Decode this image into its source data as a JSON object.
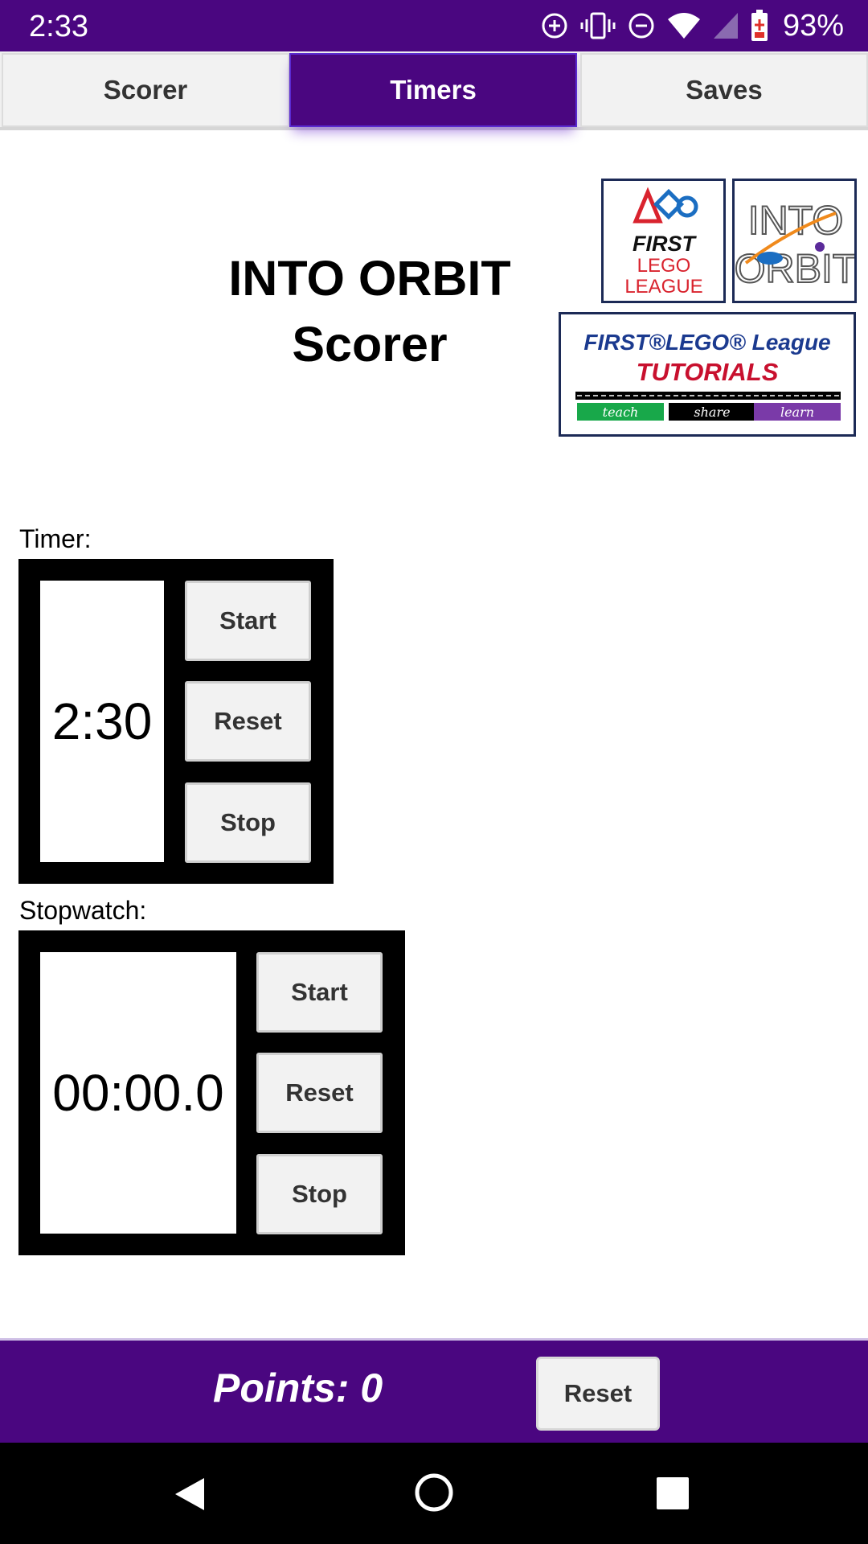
{
  "status_bar": {
    "time": "2:33",
    "battery": "93%",
    "icons": [
      "data-saver-icon",
      "vibrate-icon",
      "do-not-disturb-icon",
      "wifi-icon",
      "cell-signal-icon",
      "battery-charging-icon"
    ]
  },
  "tabs": [
    {
      "label": "Scorer",
      "active": false
    },
    {
      "label": "Timers",
      "active": true
    },
    {
      "label": "Saves",
      "active": false
    }
  ],
  "header": {
    "title_line1": "INTO ORBIT",
    "title_line2": "Scorer"
  },
  "logos": {
    "fll": {
      "line1": "FIRST",
      "line2": "LEGO",
      "line3": "LEAGUE"
    },
    "orbit": {
      "line1": "INTO",
      "line2": "ORBIT"
    },
    "tutorials": {
      "line1": "FIRST®LEGO® League",
      "line2": "TUTORIALS",
      "teach": "teach",
      "share": "share",
      "learn": "learn"
    }
  },
  "timer": {
    "label": "Timer:",
    "value": "2:30",
    "start": "Start",
    "reset": "Reset",
    "stop": "Stop"
  },
  "stopwatch": {
    "label": "Stopwatch:",
    "value": "00:00.0",
    "start": "Start",
    "reset": "Reset",
    "stop": "Stop"
  },
  "footer": {
    "points": "Points: 0",
    "reset": "Reset"
  },
  "colors": {
    "brand_purple": "#4a0680",
    "tab_active_glow": "#5a2ad0",
    "tut_green": "#18a84a",
    "tut_purple": "#7a3aa8",
    "tut_red": "#c8102e",
    "tut_blue": "#1b3a8f"
  }
}
